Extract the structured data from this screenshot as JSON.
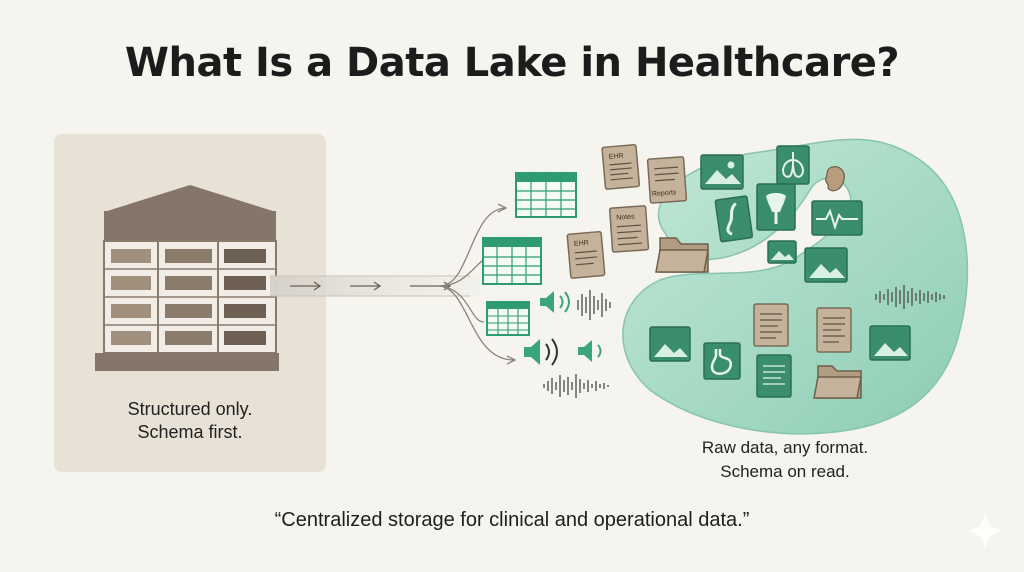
{
  "title": "What Is a Data Lake in Healthcare?",
  "warehouse": {
    "caption_line1": "Structured only.",
    "caption_line2": "Schema first."
  },
  "lake": {
    "caption_line1": "Raw data, any format.",
    "caption_line2": "Schema on read."
  },
  "quote": "“Centralized storage for clinical and operational data.”",
  "document_labels": {
    "ehr": "EHR",
    "reports": "Reports",
    "notes": "Notes"
  },
  "colors": {
    "background": "#f5f4ef",
    "panel": "#e8e1d6",
    "warehouse_brown": "#8a7a6a",
    "lake_green": "#a9dbc8",
    "accent_green": "#3aa57c",
    "document_tan": "#c4b39a"
  },
  "icons": [
    "building-icon",
    "table-icon",
    "document-icon",
    "image-icon",
    "lungs-icon",
    "kidney-icon",
    "spine-icon",
    "stomach-icon",
    "heartbeat-icon",
    "speaker-icon",
    "soundwave-icon",
    "folder-icon"
  ]
}
